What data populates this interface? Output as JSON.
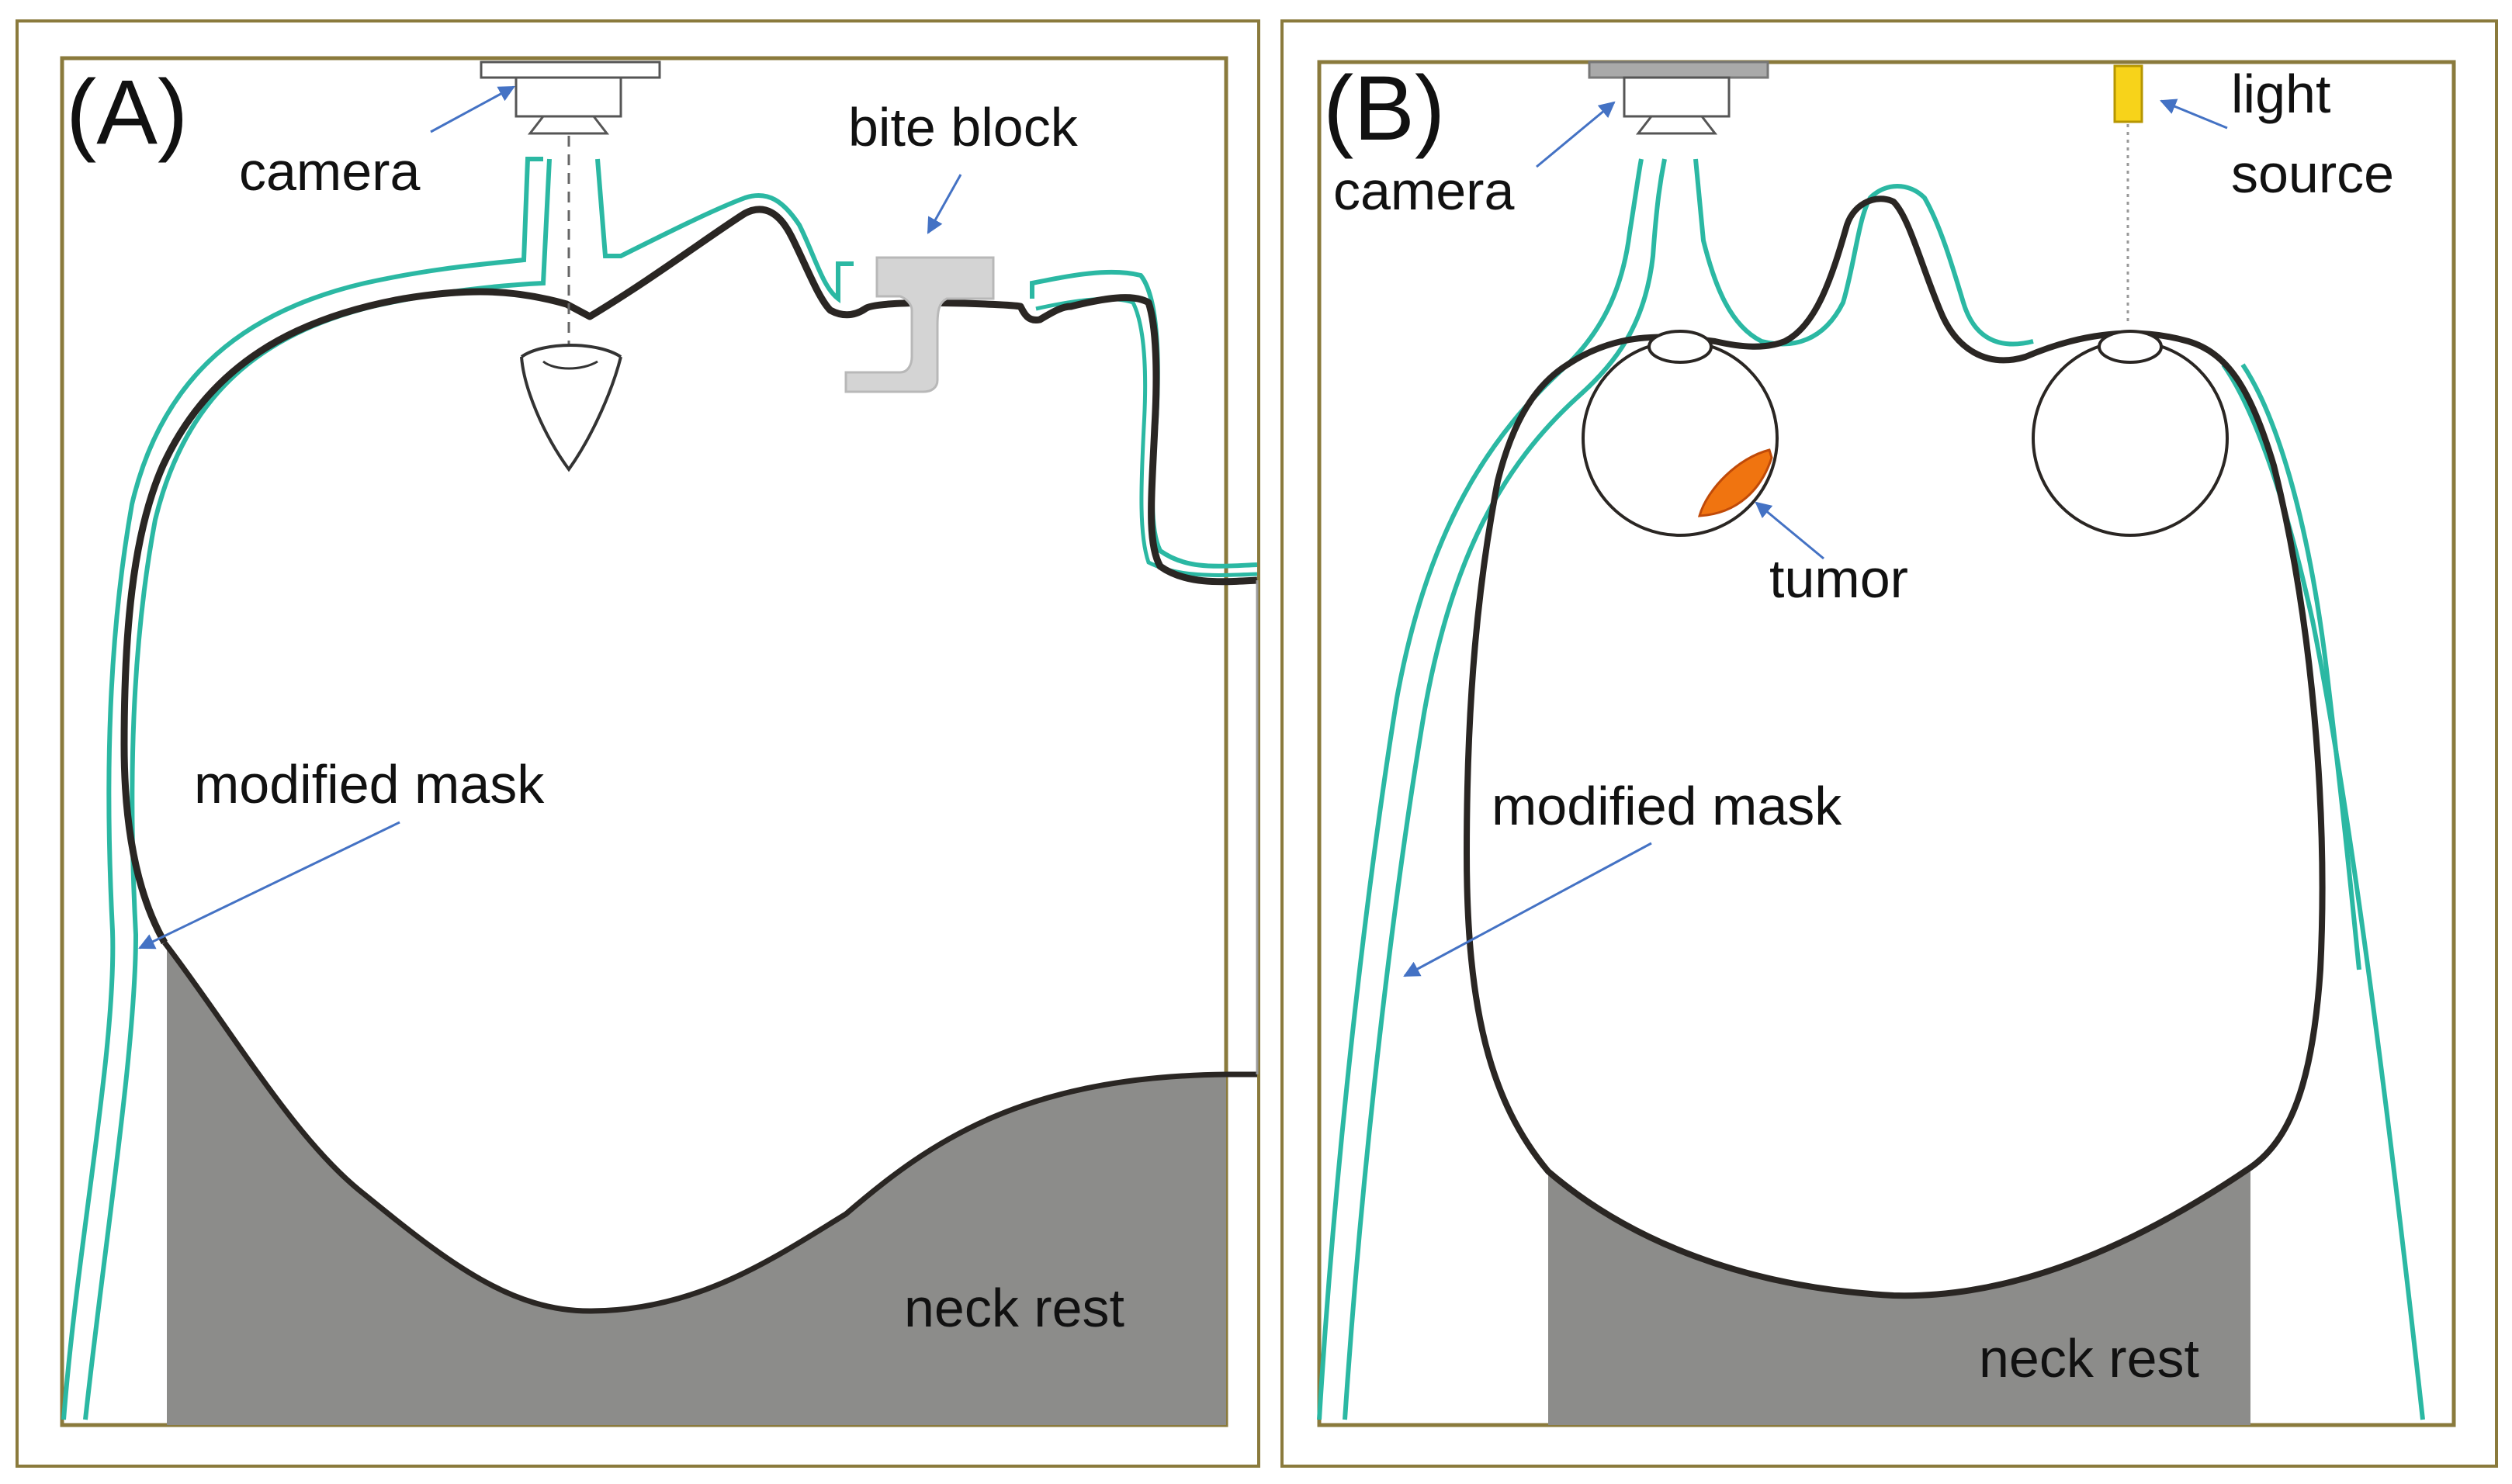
{
  "panel_a": {
    "label": "(A)",
    "camera_label": "camera",
    "bite_block_label": "bite block",
    "mask_label": "modified mask",
    "neck_rest_label": "neck rest"
  },
  "panel_b": {
    "label": "(B)",
    "camera_label": "camera",
    "light_label_line1": "light",
    "light_label_line2": "source",
    "tumor_label": "tumor",
    "mask_label": "modified mask",
    "neck_rest_label": "neck rest"
  },
  "colors": {
    "frame": "#8a7a3c",
    "mask_outline": "#2bb8a3",
    "head_outline": "#2a2623",
    "neck_rest": "#8c8c8a",
    "arrow": "#4472c4",
    "tumor": "#f07410",
    "light_source": "#f7d31a",
    "bite_block": "#d4d4d4"
  }
}
